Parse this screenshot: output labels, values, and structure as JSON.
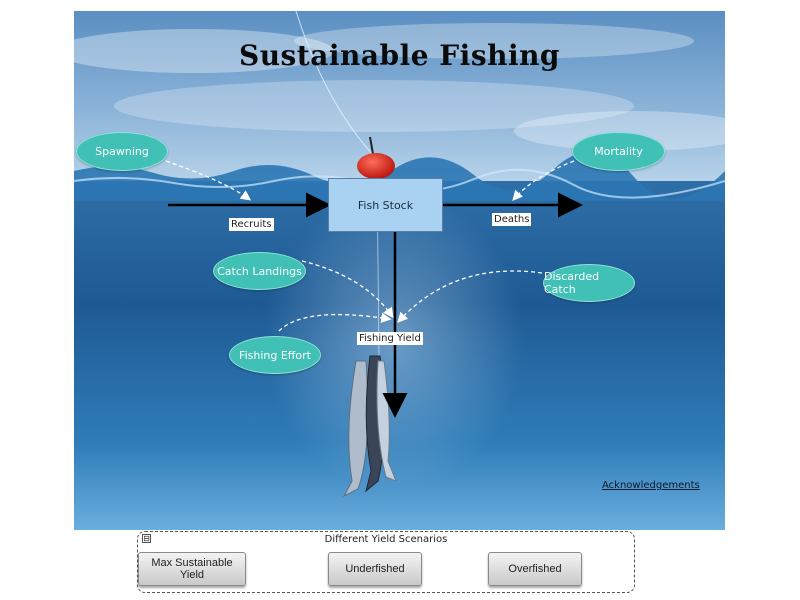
{
  "title": "Sustainable Fishing",
  "nodes": {
    "spawning": "Spawning",
    "mortality": "Mortality",
    "catch_landings": "Catch Landings",
    "discarded_catch": "Discarded Catch",
    "fishing_effort": "Fishing Effort"
  },
  "stock": "Fish Stock",
  "flows": {
    "recruits": "Recruits",
    "deaths": "Deaths",
    "fishing_yield": "Fishing Yield"
  },
  "acknowledgements": "Acknowledgements",
  "scenarios": {
    "title": "Different Yield Scenarios",
    "collapse_symbol": "⊟",
    "buttons": [
      "Max Sustainable Yield",
      "Underfished",
      "Overfished"
    ]
  },
  "colors": {
    "sky": "#4f86b8",
    "water": "#1d4f8a",
    "node_fill": "#41c0b5",
    "stock_fill": "#a9d2f2"
  }
}
